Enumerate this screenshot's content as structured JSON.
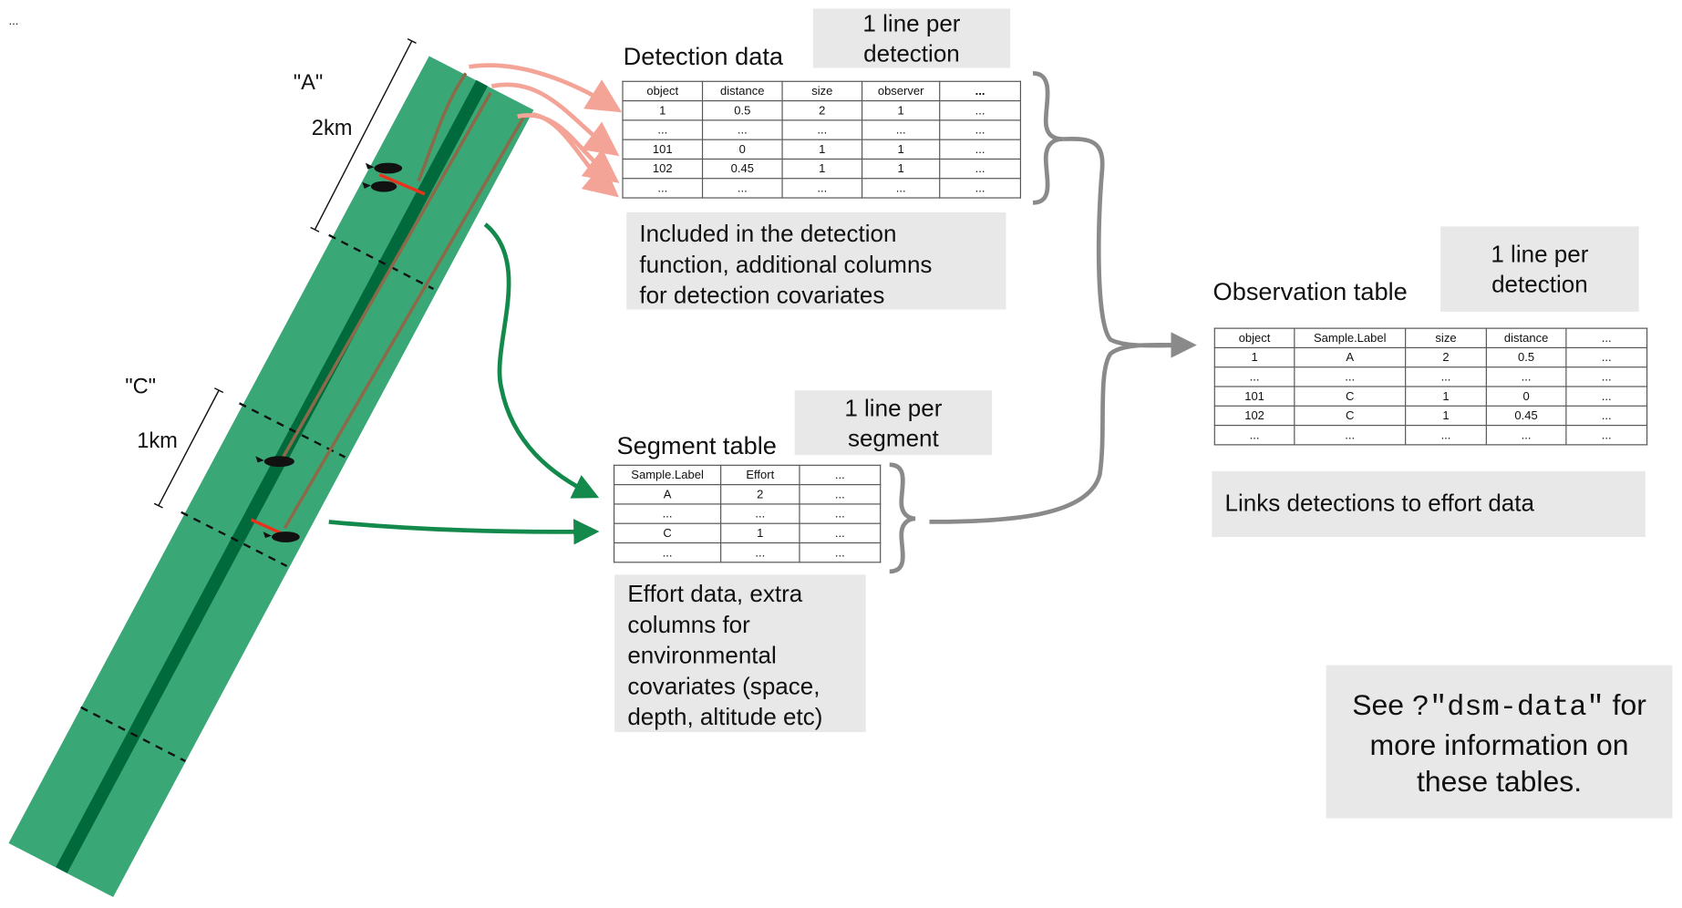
{
  "corner_mark": "...",
  "map": {
    "label_a": "\"A\"",
    "label_a_length": "2km",
    "label_c": "\"C\"",
    "label_c_length": "1km"
  },
  "detection": {
    "title": "Detection data",
    "note": [
      "1 line per",
      "detection"
    ],
    "headers": [
      "object",
      "distance",
      "size",
      "observer",
      "..."
    ],
    "rows": [
      [
        "1",
        "0.5",
        "2",
        "1",
        "..."
      ],
      [
        "...",
        "...",
        "...",
        "...",
        "..."
      ],
      [
        "101",
        "0",
        "1",
        "1",
        "..."
      ],
      [
        "102",
        "0.45",
        "1",
        "1",
        "..."
      ],
      [
        "...",
        "...",
        "...",
        "...",
        "..."
      ]
    ],
    "description": [
      "Included in the detection",
      "function, additional columns",
      "for detection covariates"
    ]
  },
  "segment": {
    "title": "Segment table",
    "note": [
      "1 line per",
      "segment"
    ],
    "headers": [
      "Sample.Label",
      "Effort",
      "..."
    ],
    "rows": [
      [
        "A",
        "2",
        "..."
      ],
      [
        "...",
        "...",
        "..."
      ],
      [
        "C",
        "1",
        "..."
      ],
      [
        "...",
        "...",
        "..."
      ]
    ],
    "description": [
      "Effort data, extra",
      "columns for",
      "environmental",
      "covariates (space,",
      "depth, altitude etc)"
    ]
  },
  "observation": {
    "title": "Observation table",
    "note": [
      "1 line per",
      "detection"
    ],
    "headers": [
      "object",
      "Sample.Label",
      "size",
      "distance",
      "..."
    ],
    "rows": [
      [
        "1",
        "A",
        "2",
        "0.5",
        "..."
      ],
      [
        "...",
        "...",
        "...",
        "...",
        "..."
      ],
      [
        "101",
        "C",
        "1",
        "0",
        "..."
      ],
      [
        "102",
        "C",
        "1",
        "0.45",
        "..."
      ],
      [
        "...",
        "...",
        "...",
        "...",
        "..."
      ]
    ],
    "description": "Links detections to effort data"
  },
  "info": {
    "prefix": "See ",
    "code": "?\"dsm-data\"",
    "suffix": " for",
    "line2": "more information on",
    "line3": "these tables."
  },
  "colors": {
    "strip": "#3aa876",
    "transect": "#006a3c",
    "detection_arrow": "#f4a497",
    "segment_arrow": "#138a4c",
    "brace": "#8a8a8a",
    "box": "#e8e8e8"
  }
}
